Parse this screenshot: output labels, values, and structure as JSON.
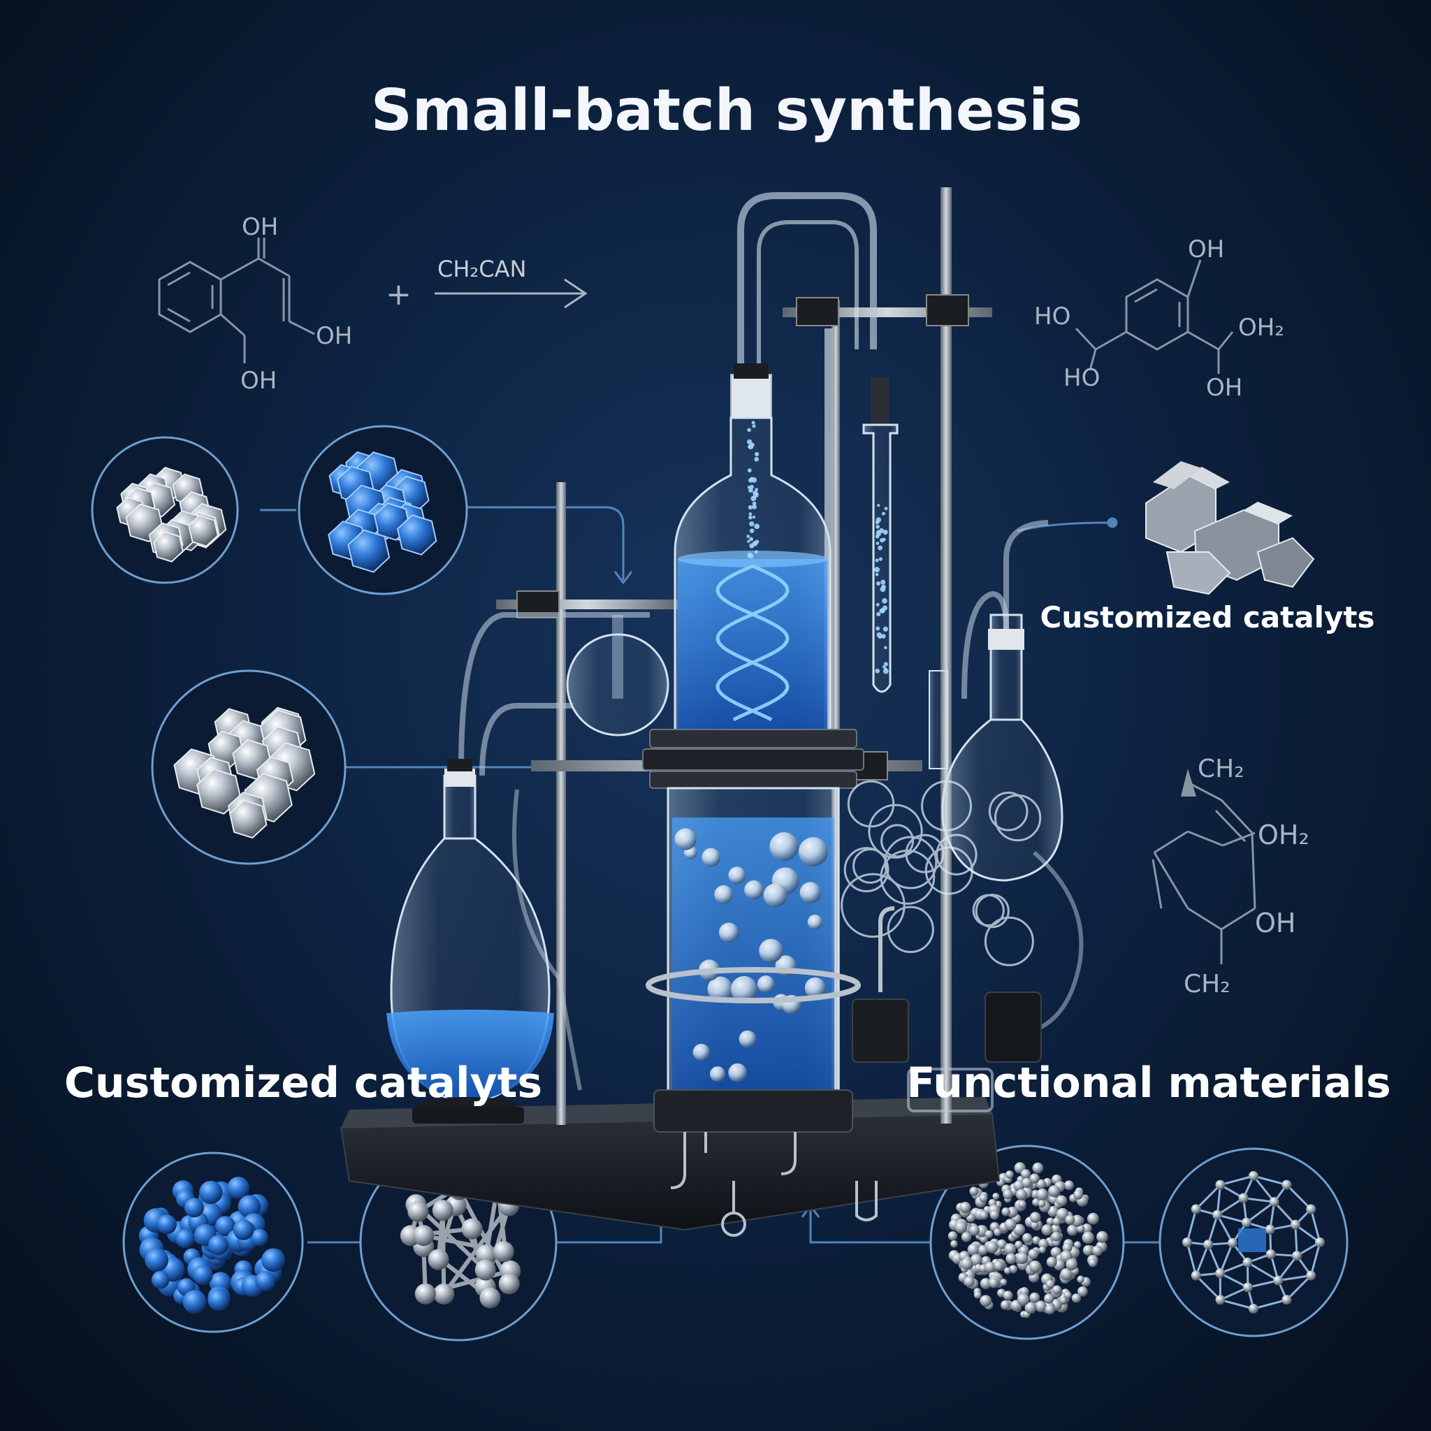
{
  "title": "Small-batch synthesis",
  "reaction": {
    "plus": "+",
    "reagent": "CH₂CAN"
  },
  "molecule_top_left": {
    "oh_top": "OH",
    "oh_right": "OH",
    "oh_bottom": "OH"
  },
  "molecule_top_right": {
    "oh_top": "OH",
    "ho_left": "HO",
    "ho_lower_left": "HO",
    "oh2_right": "OH₂",
    "oh_bottom": "OH"
  },
  "molecule_mid_right": {
    "ch2_top": "CH₂",
    "oh2": "OH₂",
    "oh": "OH",
    "ch2_bottom": "CH₂"
  },
  "labels": {
    "right_catalysts": "Customized catalyts",
    "left_catalysts": "Customized catalyts",
    "functional": "Functional materials"
  },
  "colors": {
    "accent": "#3d8fe6",
    "liquid": "#2f7ad9",
    "glass": "#cfe3f5",
    "metal": "#b9c2cc",
    "ring": "#6f9fd0"
  }
}
